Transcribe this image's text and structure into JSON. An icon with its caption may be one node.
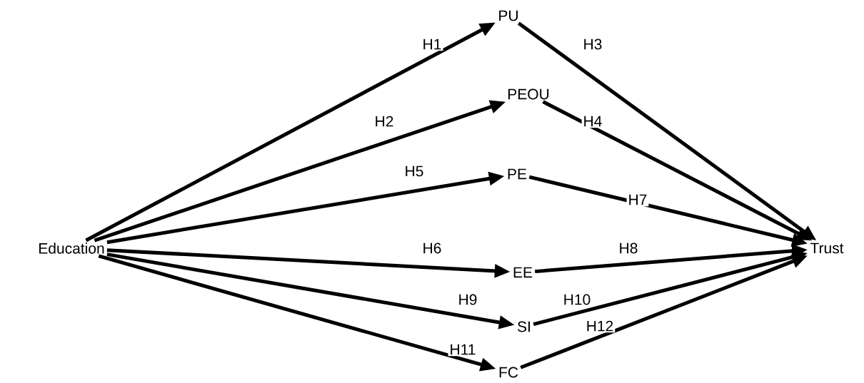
{
  "diagram": {
    "nodes": [
      {
        "text": [
          "Education"
        ]
      },
      {
        "text": [
          "PU"
        ]
      },
      {
        "text": [
          "PEOU"
        ]
      },
      {
        "text": [
          "PE"
        ]
      },
      {
        "text": [
          "EE"
        ]
      },
      {
        "text": [
          "SI"
        ]
      },
      {
        "text": [
          "FC"
        ]
      },
      {
        "text": [
          "Trust"
        ]
      }
    ],
    "edges": [
      {
        "from": 0,
        "to": 1,
        "arrow": "to",
        "label": "H1"
      },
      {
        "from": 0,
        "to": 2,
        "arrow": "to",
        "label": "H2"
      },
      {
        "from": 1,
        "to": 7,
        "arrow": "to",
        "label": "H3"
      },
      {
        "from": 2,
        "to": 7,
        "arrow": "to",
        "label": "H4"
      },
      {
        "from": 0,
        "to": 3,
        "arrow": "to",
        "label": "H5"
      },
      {
        "from": 0,
        "to": 4,
        "arrow": "to",
        "label": "H6"
      },
      {
        "from": 3,
        "to": 7,
        "arrow": "to",
        "label": "H7"
      },
      {
        "from": 4,
        "to": 7,
        "arrow": "to",
        "label": "H8"
      },
      {
        "from": 0,
        "to": 5,
        "arrow": "to",
        "label": "H9"
      },
      {
        "from": 5,
        "to": 7,
        "arrow": "to",
        "label": "H10"
      },
      {
        "from": 0,
        "to": 6,
        "arrow": "to",
        "label": "H11"
      },
      {
        "from": 6,
        "to": 7,
        "arrow": "to",
        "label": "H12"
      }
    ]
  }
}
